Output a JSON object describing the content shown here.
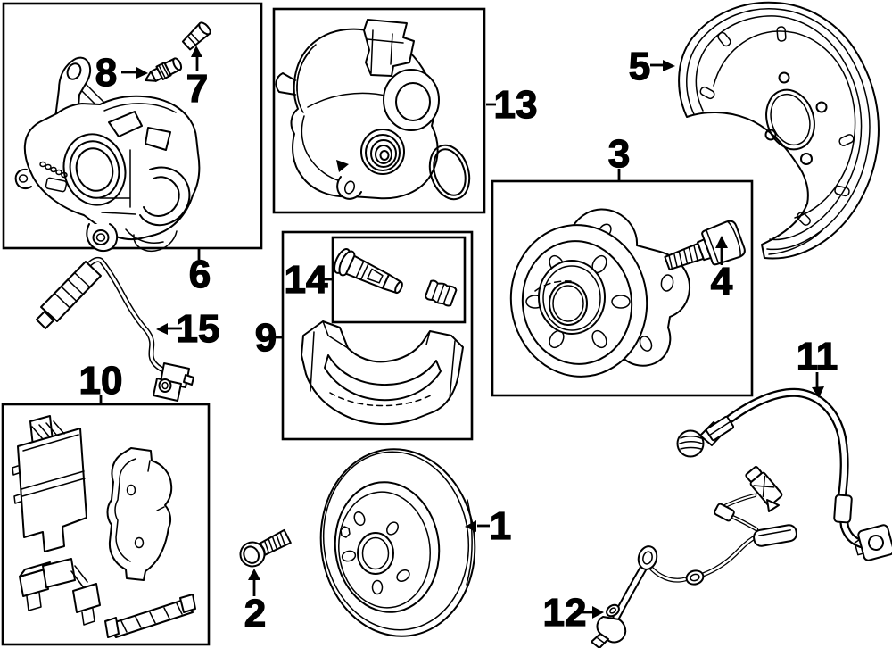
{
  "diagram": {
    "description": "Exploded parts line diagram of rear disc brake components with numbered callouts",
    "background_color": "#ffffff",
    "line_color": "#000000",
    "callouts": [
      {
        "label": "1"
      },
      {
        "label": "2"
      },
      {
        "label": "3"
      },
      {
        "label": "4"
      },
      {
        "label": "5"
      },
      {
        "label": "6"
      },
      {
        "label": "7"
      },
      {
        "label": "8"
      },
      {
        "label": "9"
      },
      {
        "label": "10"
      },
      {
        "label": "11"
      },
      {
        "label": "12"
      },
      {
        "label": "13"
      },
      {
        "label": "14"
      },
      {
        "label": "15"
      }
    ]
  }
}
